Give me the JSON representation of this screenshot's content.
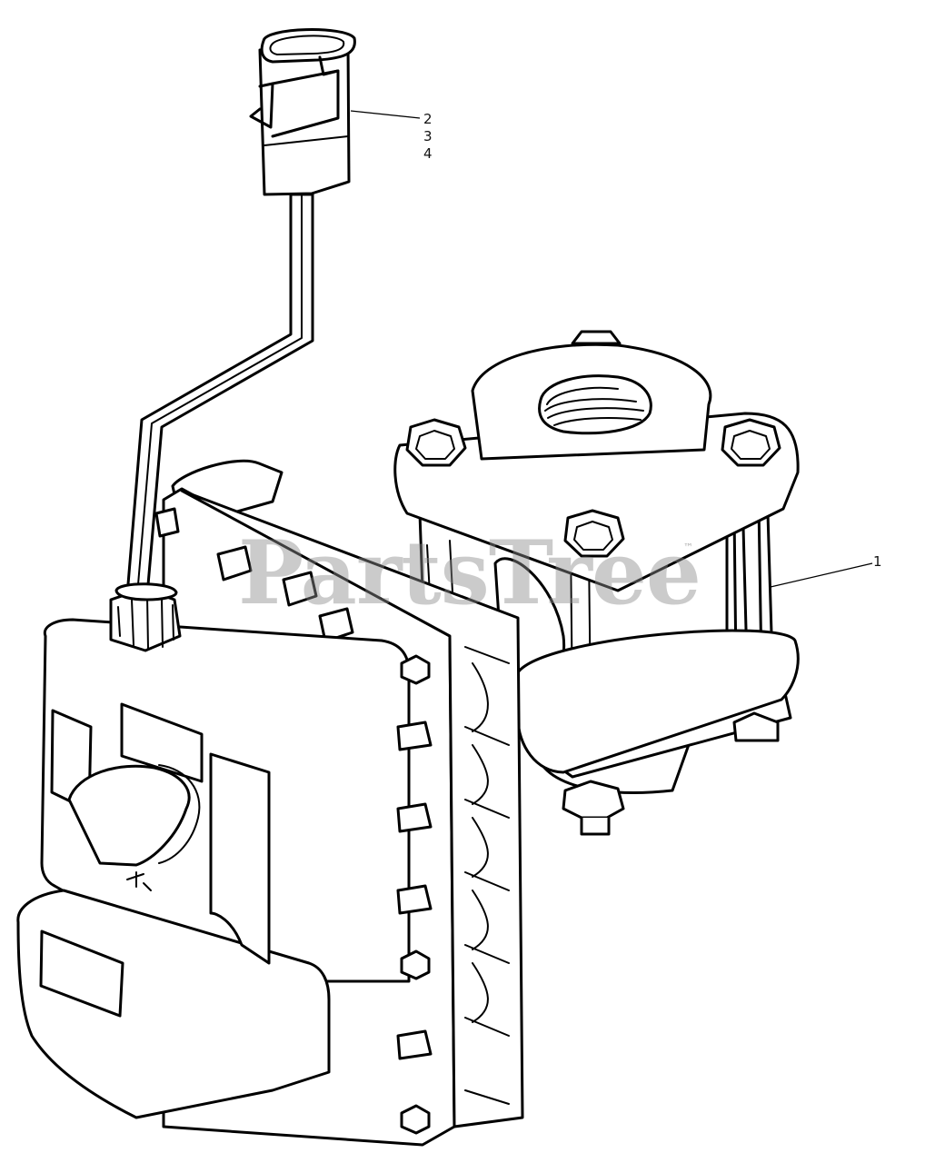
{
  "diagram": {
    "callouts": [
      {
        "label": "1",
        "part": "valve-body"
      },
      {
        "label": "2",
        "part": "connector"
      },
      {
        "label": "3",
        "part": "connector"
      },
      {
        "label": "4",
        "part": "connector"
      }
    ],
    "watermark": "PartsTree",
    "trademark": "™",
    "colors": {
      "line": "#000000",
      "background": "#ffffff",
      "watermark": "#8c8c8c"
    }
  }
}
